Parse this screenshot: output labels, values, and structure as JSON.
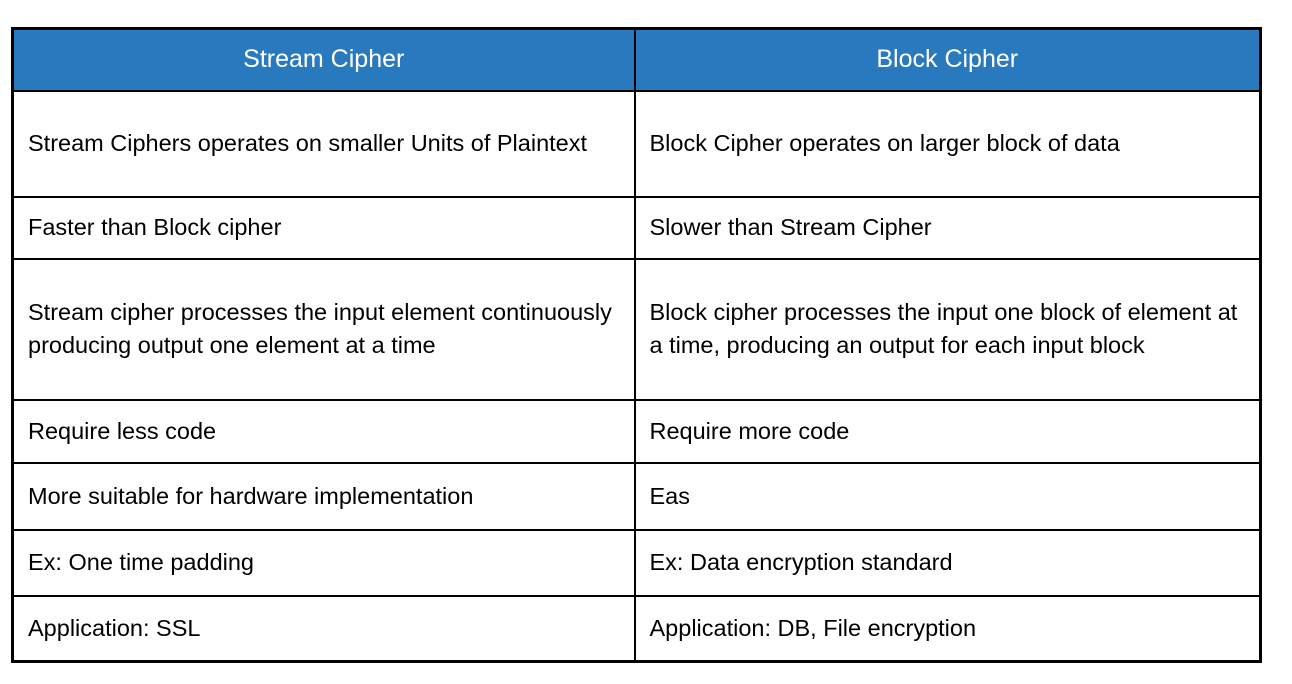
{
  "table": {
    "headers": [
      "Stream Cipher",
      "Block Cipher"
    ],
    "rows": [
      [
        "Stream Ciphers operates on smaller Units of Plaintext",
        "Block Cipher operates on larger block of data"
      ],
      [
        "Faster than Block cipher",
        "Slower than Stream Cipher"
      ],
      [
        "Stream cipher processes the input element continuously producing output one element at a time",
        "Block cipher processes the input one block of element at a time, producing an output for each input block"
      ],
      [
        "Require less code",
        "Require more code"
      ],
      [
        "More suitable for hardware implementation",
        "Eas"
      ],
      [
        "Ex: One time padding",
        "Ex: Data encryption standard"
      ],
      [
        "Application: SSL",
        "Application: DB, File encryption"
      ]
    ],
    "colors": {
      "header_bg": "#2879BD",
      "header_text": "#FFFFFF",
      "body_text": "#000000",
      "border": "#000000",
      "page_bg": "#FFFFFF"
    }
  }
}
